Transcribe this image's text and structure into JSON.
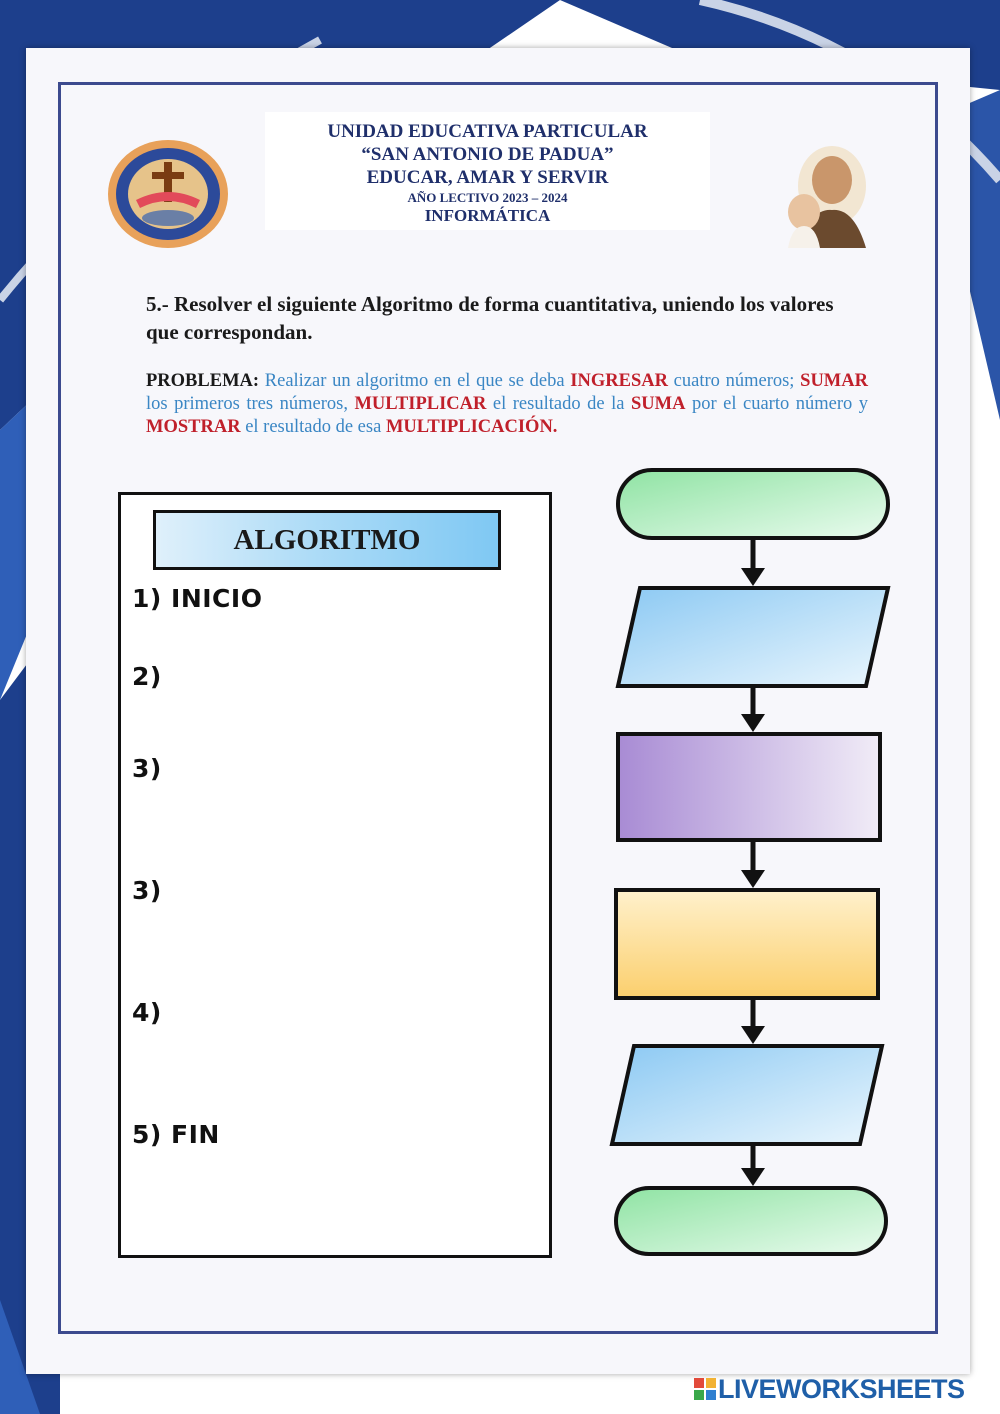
{
  "header": {
    "line1": "UNIDAD EDUCATIVA PARTICULAR",
    "line2": "“SAN ANTONIO DE PADUA”",
    "line3": "EDUCAR, AMAR Y SERVIR",
    "line4": "AÑO LECTIVO 2023 – 2024",
    "line5": "INFORMÁTICA"
  },
  "instruction": "5.- Resolver el siguiente Algoritmo de forma cuantitativa, uniendo los valores que correspondan.",
  "problem": {
    "label": "PROBLEMA:",
    "t1": " Realizar un algoritmo en el que se deba ",
    "k1": "INGRESAR",
    "t2": " cuatro números; ",
    "k2": "SUMAR",
    "t3": " los primeros tres números, ",
    "k3": "MULTIPLICAR",
    "t4": " el resultado de la ",
    "k4": "SUMA",
    "t5": " por el cuarto número y ",
    "k5": "MOSTRAR",
    "t6": " el resultado de esa ",
    "k6": "MULTIPLICACIÓN."
  },
  "algorithm": {
    "title": "ALGORITMO",
    "steps": [
      "1) INICIO",
      "2)",
      "3)",
      "3)",
      "4)",
      "5) FIN"
    ]
  },
  "flowchart": {
    "shapes": [
      "terminal",
      "input-output",
      "process",
      "process",
      "input-output",
      "terminal"
    ],
    "colors": {
      "terminal": "#a8ebb6",
      "io": "#9fd3f5",
      "process_purple": "#b19ad8",
      "process_yellow": "#fcd98a"
    }
  },
  "watermark": "LIVEWORKSHEETS",
  "colors": {
    "frame": "#3c4a8e",
    "header_text": "#1f2f6b",
    "problem_text": "#3a86c4",
    "keyword": "#c0202b"
  }
}
